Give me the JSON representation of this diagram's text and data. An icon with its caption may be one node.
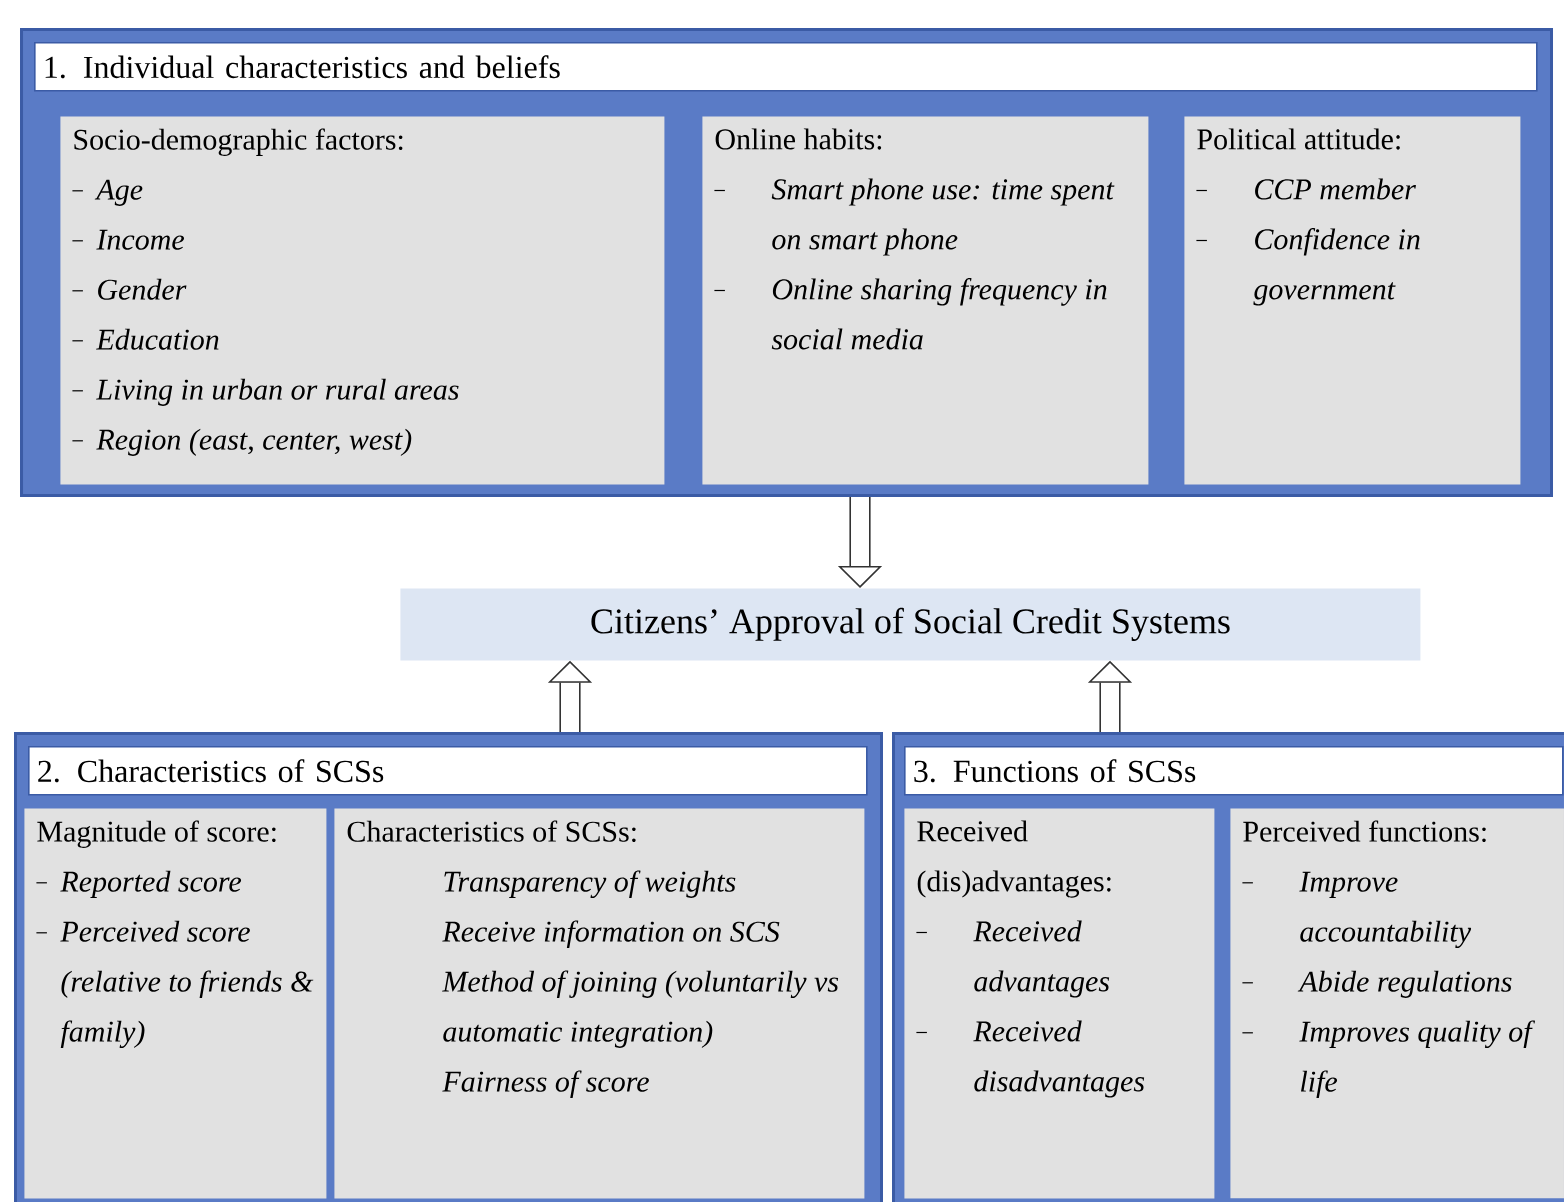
{
  "diagram": {
    "nodes": [
      {
        "text": [
          "1. Individual characteristics and beliefs"
        ]
      },
      {
        "text": [
          "Socio-demographic factors:",
          "Age",
          "Income",
          "Gender",
          "Education",
          "Living in urban or rural areas",
          "Region (east, center, west)"
        ],
        "in": 0
      },
      {
        "text": [
          "Online habits:",
          "Smart phone use: time spent on smart phone",
          "Online sharing frequency in social media"
        ],
        "in": 0
      },
      {
        "text": [
          "Political attitude:",
          "CCP member",
          "Confidence in government"
        ],
        "in": 0
      },
      {
        "text": [
          "Citizens’ Approval of Social Credit Systems"
        ]
      },
      {
        "text": [
          "2. Characteristics of SCSs"
        ]
      },
      {
        "text": [
          "Magnitude of score:",
          "Reported score",
          "Perceived score (relative to friends & family)"
        ],
        "in": 5
      },
      {
        "text": [
          "Characteristics of SCSs:",
          "Transparency of weights",
          "Receive information on SCS",
          "Method of joining (voluntarily vs automatic integration)",
          "Fairness of score"
        ],
        "in": 5
      },
      {
        "text": [
          "3. Functions of SCSs"
        ]
      },
      {
        "text": [
          "Received (dis)advantages:",
          "Received advantages",
          "Received disadvantages"
        ],
        "in": 8
      },
      {
        "text": [
          "Perceived functions:",
          "Improve accountability",
          "Abide regulations",
          "Improves quality of life"
        ],
        "in": 8
      }
    ],
    "edges": [
      {
        "from": 0,
        "to": 4,
        "arrow": "to"
      },
      {
        "from": 5,
        "to": 4,
        "arrow": "to"
      },
      {
        "from": 8,
        "to": 4,
        "arrow": "to"
      }
    ]
  }
}
